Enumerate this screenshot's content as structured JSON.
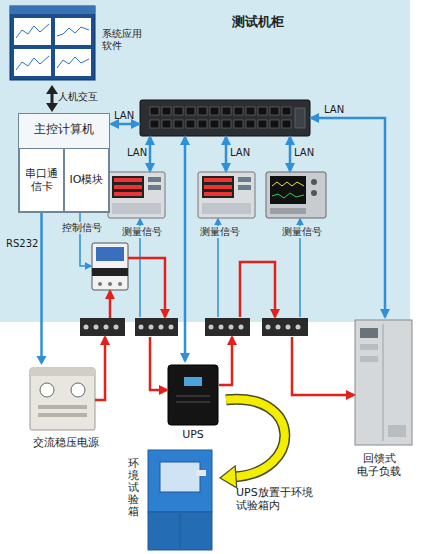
{
  "diagram": {
    "nodes": [
      {
        "text": [
          "测试机柜"
        ]
      },
      {
        "text": [
          "系统应用软件"
        ],
        "in": 0
      },
      {
        "text": [
          "主控计算机"
        ],
        "in": 0
      },
      {
        "text": [
          "串口通信卡"
        ],
        "in": 2
      },
      {
        "text": [
          "IO模块"
        ],
        "in": 2
      },
      {
        "text": [
          "交流稳压电源"
        ]
      },
      {
        "text": [
          "UPS"
        ]
      },
      {
        "text": [
          "回馈式 电子负载"
        ]
      },
      {
        "text": [
          "环境试验箱"
        ]
      }
    ],
    "edges": [
      {
        "from": 1,
        "to": 2,
        "label": "人机交互",
        "arrow": "both"
      },
      {
        "from": 3,
        "to": 5,
        "label": "RS232",
        "arrow": "to"
      },
      {
        "from": 6,
        "to": 8,
        "label": "UPS放置于环境试验箱内",
        "arrow": "to"
      }
    ],
    "labels": [
      "LAN",
      "LAN",
      "LAN",
      "LAN",
      "LAN",
      "控制信号",
      "测量信号",
      "测量信号",
      "测量信号"
    ]
  }
}
